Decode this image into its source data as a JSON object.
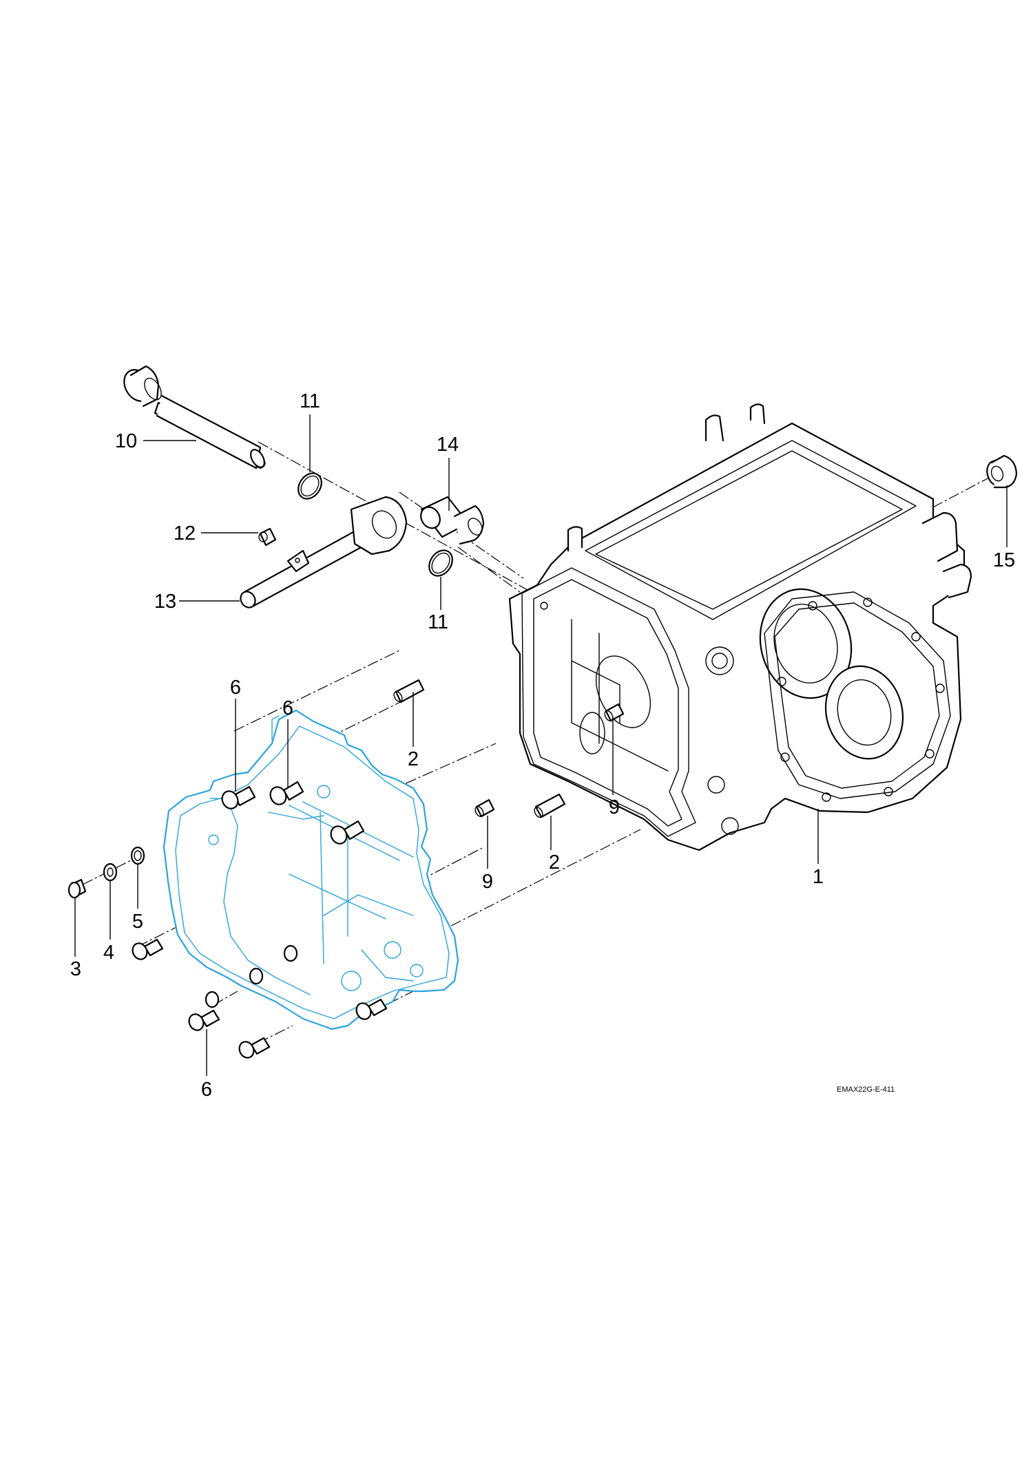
{
  "drawing_code": "EMAX22G-E-411",
  "colors": {
    "line": "#000000",
    "highlight": "#2aa3dc",
    "background": "#ffffff"
  },
  "callouts": {
    "c1": "1",
    "c2a": "2",
    "c2b": "2",
    "c3": "3",
    "c4": "4",
    "c5": "5",
    "c6a": "6",
    "c6b": "6",
    "c6c": "6",
    "c9a": "9",
    "c9b": "9",
    "c10": "10",
    "c11a": "11",
    "c11b": "11",
    "c12": "12",
    "c13": "13",
    "c14": "14",
    "c15": "15"
  }
}
